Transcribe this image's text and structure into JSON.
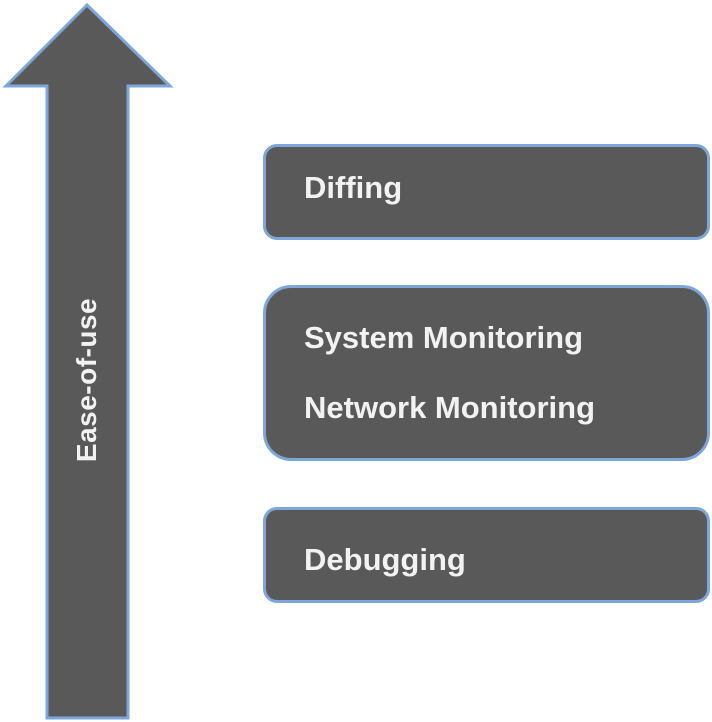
{
  "arrow": {
    "label": "Ease-of-use"
  },
  "boxes": [
    {
      "lines": [
        "Diffing"
      ]
    },
    {
      "lines": [
        "System Monitoring",
        "Network Monitoring"
      ]
    },
    {
      "lines": [
        "Debugging"
      ]
    }
  ],
  "colors": {
    "fill": "#595959",
    "stroke": "#7ea6d8",
    "text": "#f2f2f2"
  }
}
